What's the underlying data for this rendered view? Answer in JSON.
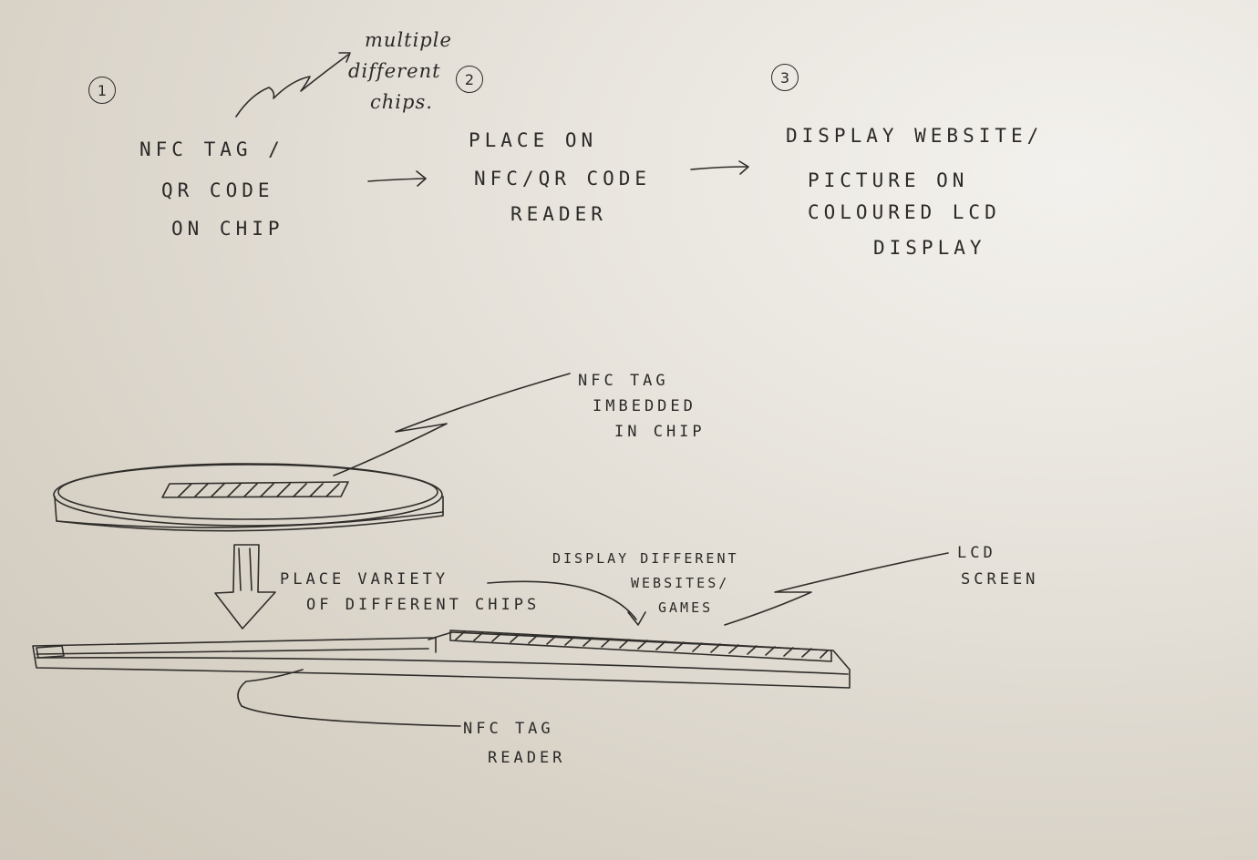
{
  "steps": [
    {
      "number": "1",
      "lines": [
        "NFC TAG /",
        "QR CODE",
        "ON CHIP"
      ]
    },
    {
      "number": "2",
      "lines": [
        "PLACE ON",
        "NFC/QR CODE",
        "READER"
      ]
    },
    {
      "number": "3",
      "lines": [
        "DISPLAY WEBSITE/",
        "PICTURE ON",
        "COLOURED LCD",
        "DISPLAY"
      ]
    }
  ],
  "step1_note": [
    "multiple",
    "different",
    "chips."
  ],
  "labels": {
    "nfc_tag_chip": [
      "NFC TAG",
      "IMBEDDED",
      "IN CHIP"
    ],
    "place_variety": [
      "PLACE VARIETY",
      "OF DIFFERENT CHIPS"
    ],
    "display_different": [
      "DISPLAY DIFFERENT",
      "WEBSITES/",
      "GAMES"
    ],
    "lcd_screen": [
      "LCD",
      "SCREEN"
    ],
    "nfc_reader": [
      "NFC TAG",
      "READER"
    ]
  },
  "ink_color": "#2f2d2a",
  "paper_color": "#e8e4dd"
}
